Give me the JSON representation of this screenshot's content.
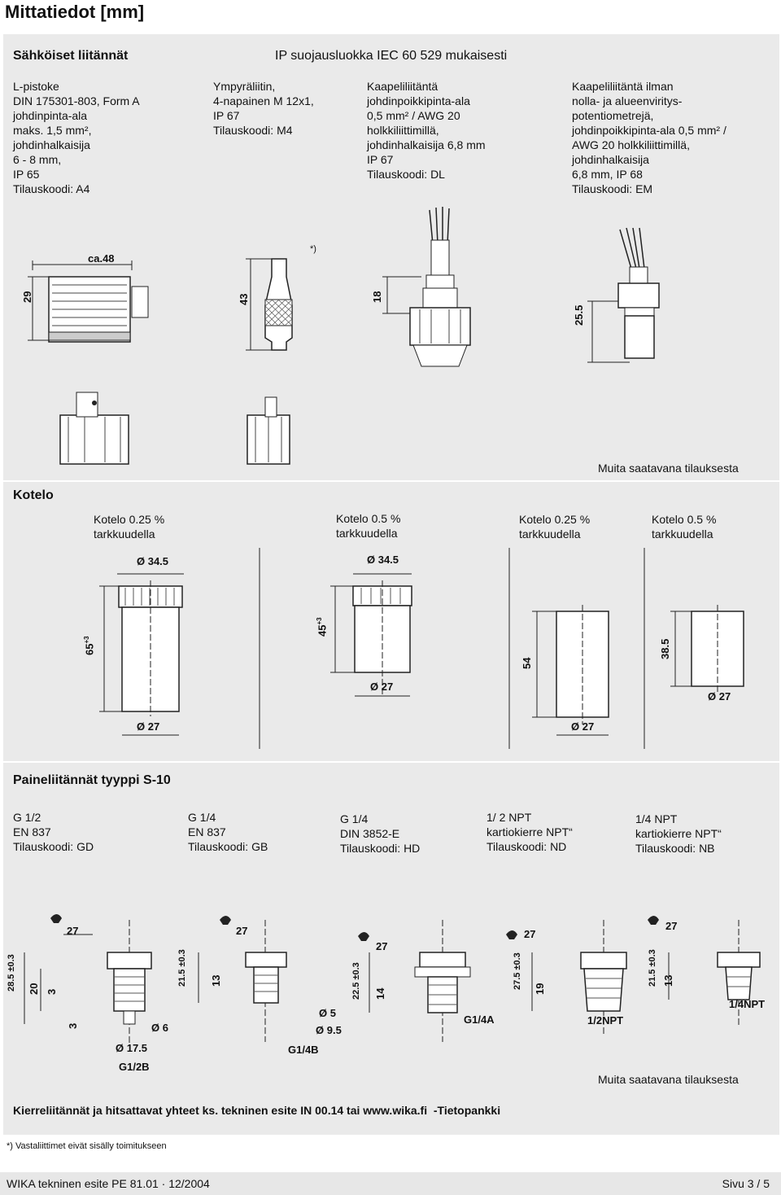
{
  "page_title": "Mittatiedot [mm]",
  "electrical": {
    "heading": "Sähköiset liitännät",
    "ip_note": "IP suojausluokka IEC 60 529 mukaisesti",
    "items": [
      {
        "text": "L-pistoke\nDIN 175301-803, Form A\njohdinpinta-ala\nmaks. 1,5 mm²,\njohdinhalkaisija\n6 - 8 mm,\nIP 65\nTilauskoodi: A4"
      },
      {
        "text": "Ympyräliitin,\n4-napainen M 12x1,\nIP 67\nTilauskoodi: M4"
      },
      {
        "text": "Kaapeliliitäntä\njohdinpoikkipinta-ala\n0,5 mm² / AWG 20\nholkkiliittimillä,\njohdinhalkaisija 6,8 mm\nIP 67\nTilauskoodi: DL"
      },
      {
        "text": "Kaapeliliitäntä ilman\nnolla- ja alueenviritys-\npotentiometrejä,\njohdinpoikkipinta-ala 0,5 mm² /\nAWG 20 holkkiliittimillä,\njohdinhalkaisija\n6,8 mm, IP 68\nTilauskoodi: EM"
      }
    ],
    "footnote_mark": "*)",
    "dims": {
      "a4_width": "ca.48",
      "a4_height": "29",
      "m4_height": "43",
      "dl_height": "18",
      "em_height": "25.5"
    },
    "availability": "Muita saatavana tilauksesta"
  },
  "housing": {
    "heading": "Kotelo",
    "items": [
      {
        "label": "Kotelo 0.25 %\ntarkkuudella",
        "top_dia": "Ø 34.5",
        "height": "65",
        "height_tol": "+3",
        "bottom_dia": "Ø 27"
      },
      {
        "label": "Kotelo 0.5 %\ntarkkuudella",
        "top_dia": "Ø 34.5",
        "height": "45",
        "height_tol": "+3",
        "bottom_dia": "Ø 27"
      },
      {
        "label": "Kotelo 0.25 %\ntarkkuudella",
        "height": "54",
        "bottom_dia": "Ø 27"
      },
      {
        "label": "Kotelo 0.5 %\ntarkkuudella",
        "height": "38.5",
        "bottom_dia": "Ø 27"
      }
    ]
  },
  "pressure": {
    "heading": "Paineliitännät tyyppi S-10",
    "items": [
      {
        "text": "G 1/2\nEN 837\nTilauskoodi: GD",
        "wrench": "27",
        "dims": [
          "28.5 ±0.3",
          "20",
          "3",
          "3",
          "Ø 6",
          "Ø 17.5",
          "G1/2B"
        ]
      },
      {
        "text": "G 1/4\nEN 837\nTilauskoodi: GB",
        "wrench": "27",
        "dims": [
          "21.5 ±0.3",
          "13",
          "Ø 5",
          "Ø 9.5",
          "G1/4B"
        ]
      },
      {
        "text": "G 1/4\nDIN 3852-E\nTilauskoodi: HD",
        "wrench": "27",
        "dims": [
          "22.5 ±0.3",
          "14",
          "G1/4A"
        ]
      },
      {
        "text": "1/ 2 NPT\nkartiokierre  NPT“\nTilauskoodi: ND",
        "wrench": "27",
        "dims": [
          "27.5 ±0.3",
          "19",
          "1/2NPT"
        ]
      },
      {
        "text": "1/4 NPT\nkartiokierre NPT“\nTilauskoodi: NB",
        "wrench": "27",
        "dims": [
          "21.5 ±0.3",
          "13",
          "1/4NPT"
        ]
      }
    ],
    "availability": "Muita saatavana tilauksesta",
    "note": "Kierreliitännät ja hitsattavat yhteet ks. tekninen esite IN 00.14 tai www.wika.fi  -Tietopankki"
  },
  "footnote": "*) Vastaliittimet eivät sisälly toimitukseen",
  "footer": {
    "left": "WIKA tekninen esite PE 81.01 · 12/2004",
    "right": "Sivu 3 / 5"
  }
}
